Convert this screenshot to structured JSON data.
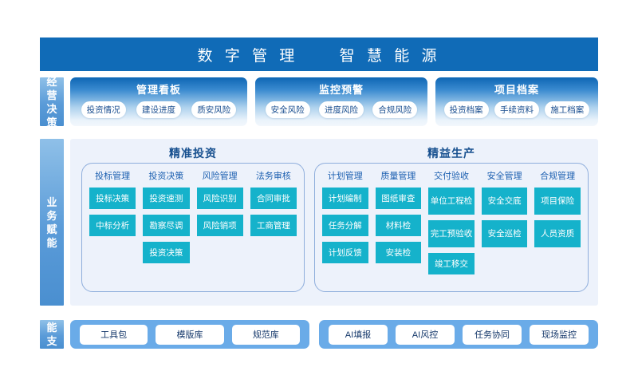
{
  "header": {
    "title": "数 字 管 理     智 慧 能 源"
  },
  "rows": {
    "decision": {
      "side_label_line1": "经营",
      "side_label_line2": "决策",
      "cards": [
        {
          "title": "管理看板",
          "pills": [
            "投资情况",
            "建设进度",
            "质安风险"
          ]
        },
        {
          "title": "监控预警",
          "pills": [
            "安全风险",
            "进度风险",
            "合规风险"
          ]
        },
        {
          "title": "项目档案",
          "pills": [
            "投资档案",
            "手续资料",
            "施工档案"
          ]
        }
      ]
    },
    "enablement": {
      "side_label_chars": [
        "业",
        "务",
        "赋",
        "能"
      ],
      "groups": [
        {
          "title": "精准投资",
          "columns": [
            {
              "head": "投标管理",
              "tiles": [
                "投标决策",
                "中标分析"
              ]
            },
            {
              "head": "投资决策",
              "tiles": [
                "投资速测",
                "勘察尽调",
                "投资决策"
              ]
            },
            {
              "head": "风险管理",
              "tiles": [
                "风险识别",
                "风险销项"
              ]
            },
            {
              "head": "法务审核",
              "tiles": [
                "合同审批",
                "工商管理"
              ]
            }
          ]
        },
        {
          "title": "精益生产",
          "columns": [
            {
              "head": "计划管理",
              "tiles": [
                "计划编制",
                "任务分解",
                "计划反馈"
              ]
            },
            {
              "head": "质量管理",
              "tiles": [
                "图纸审查",
                "材料检",
                "安装检"
              ]
            },
            {
              "head": "交付验收",
              "tiles": [
                "单位工程检",
                "完工预验收",
                "竣工移交"
              ]
            },
            {
              "head": "安全管理",
              "tiles": [
                "安全交底",
                "安全巡检"
              ]
            },
            {
              "head": "合规管理",
              "tiles": [
                "项目保险",
                "人员资质"
              ]
            }
          ]
        }
      ]
    },
    "support": {
      "side_label_line1": "赋能",
      "side_label_line2": "支撑",
      "left_buttons": [
        "工具包",
        "模版库",
        "规范库"
      ],
      "right_buttons": [
        "AI填报",
        "AI风控",
        "任务协同",
        "现场监控"
      ]
    }
  },
  "colors": {
    "header_blue": "#106BB7",
    "tile_teal": "#15B2CB",
    "support_blue": "#6AABE8",
    "panel_bg": "#EDF2FB",
    "group_border": "#8FAEDC",
    "text_blue": "#17508F"
  }
}
